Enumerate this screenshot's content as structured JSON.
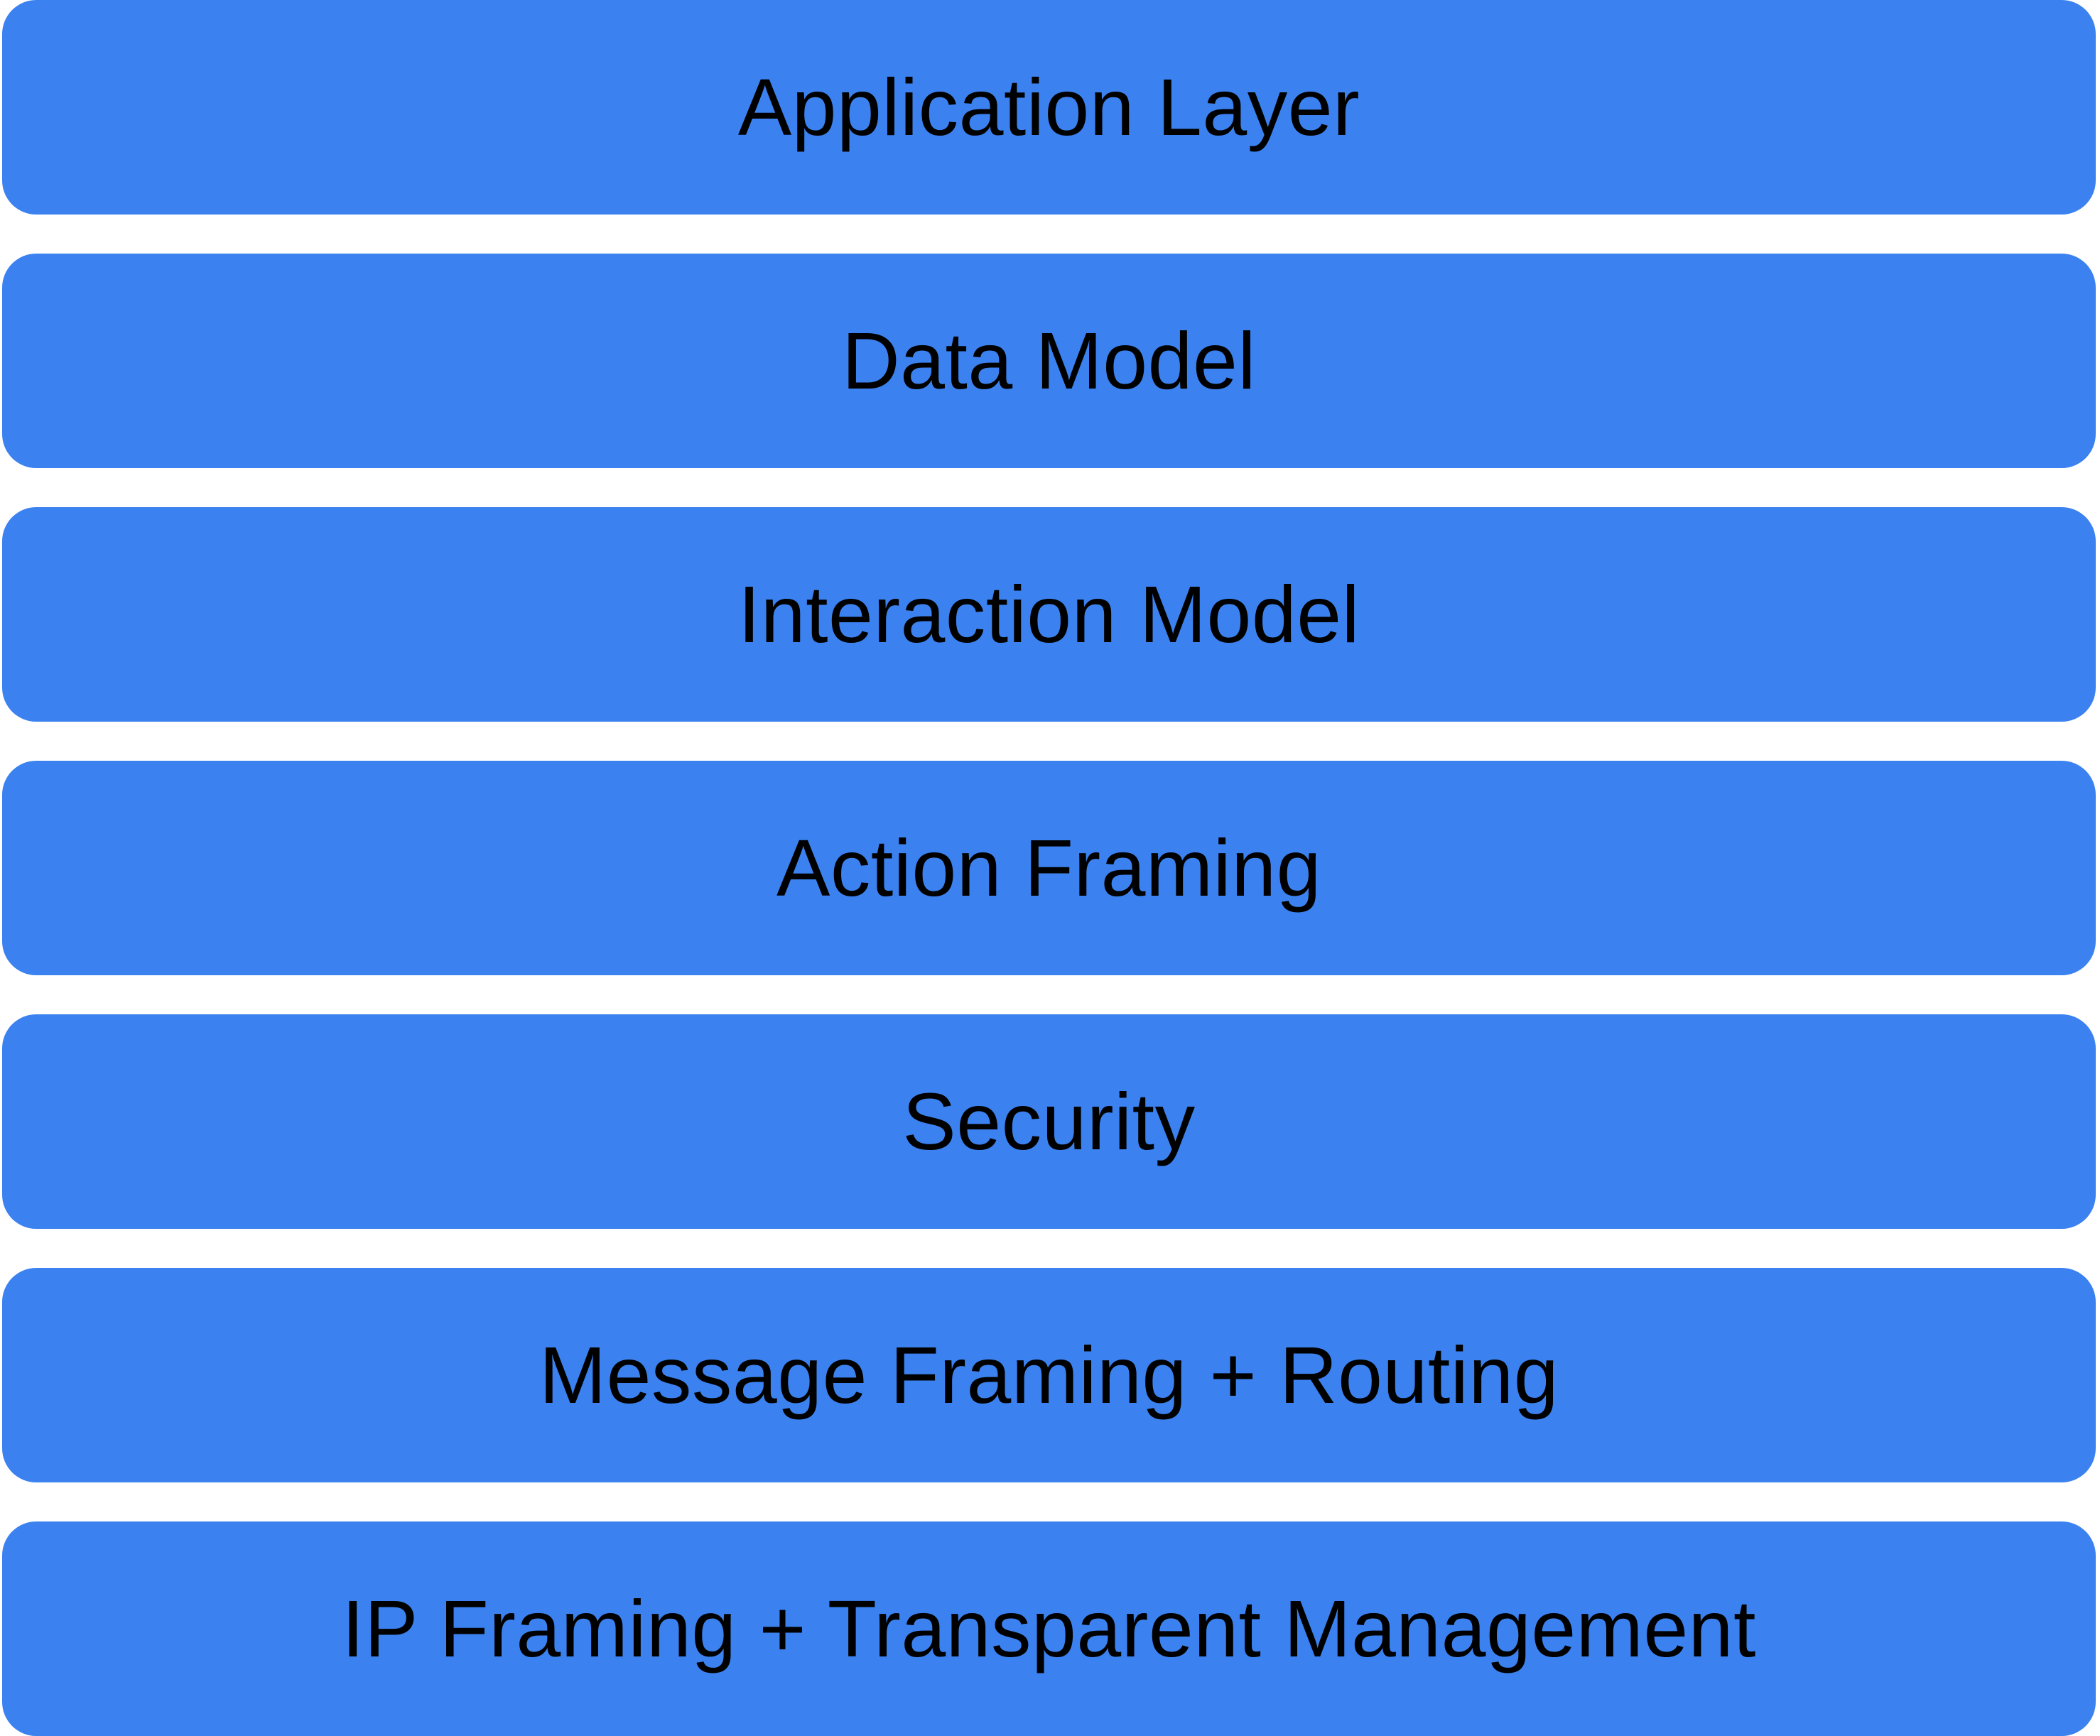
{
  "diagram": {
    "type": "layered-stack",
    "background_color": "#ffffff",
    "block_fill_color": "#3b82f0",
    "label_color": "#000000",
    "layers": [
      {
        "label": "Application Layer"
      },
      {
        "label": "Data Model"
      },
      {
        "label": "Interaction Model"
      },
      {
        "label": "Action Framing"
      },
      {
        "label": "Security"
      },
      {
        "label": "Message Framing + Routing"
      },
      {
        "label": "IP Framing + Transparent Management"
      }
    ]
  }
}
